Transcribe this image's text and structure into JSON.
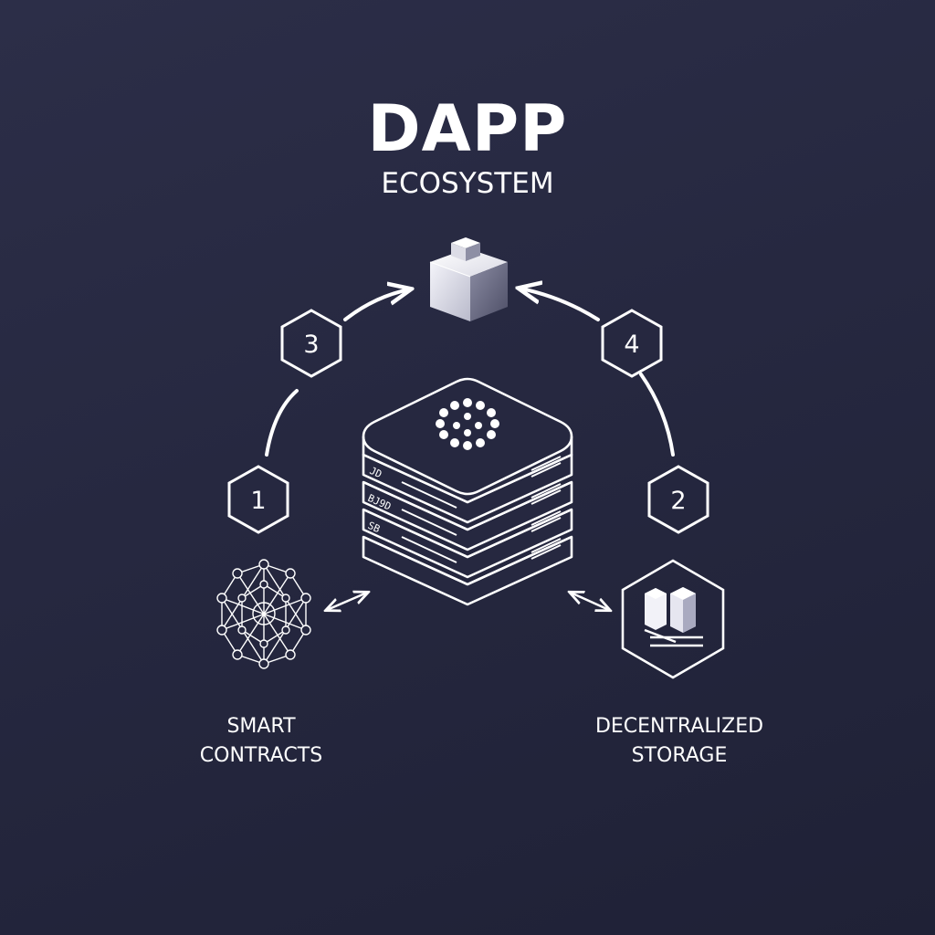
{
  "header": {
    "title": "DAPP",
    "subtitle": "ECOSYSTEM"
  },
  "steps": [
    "1",
    "2",
    "3",
    "4"
  ],
  "nodes": {
    "left": {
      "line1": "SMART",
      "line2": "CONTRACTS",
      "icon": "network-graph-icon"
    },
    "right": {
      "line1": "DECENTRALIZED",
      "line2": "STORAGE",
      "icon": "storage-blocks-icon"
    },
    "top": {
      "icon": "cube-block-icon"
    },
    "center": {
      "icon": "server-stack-icon"
    }
  },
  "server_rack_labels": [
    "JD",
    "BJ9D",
    "SB"
  ],
  "colors": {
    "background": "#262840",
    "foreground": "#ffffff"
  }
}
